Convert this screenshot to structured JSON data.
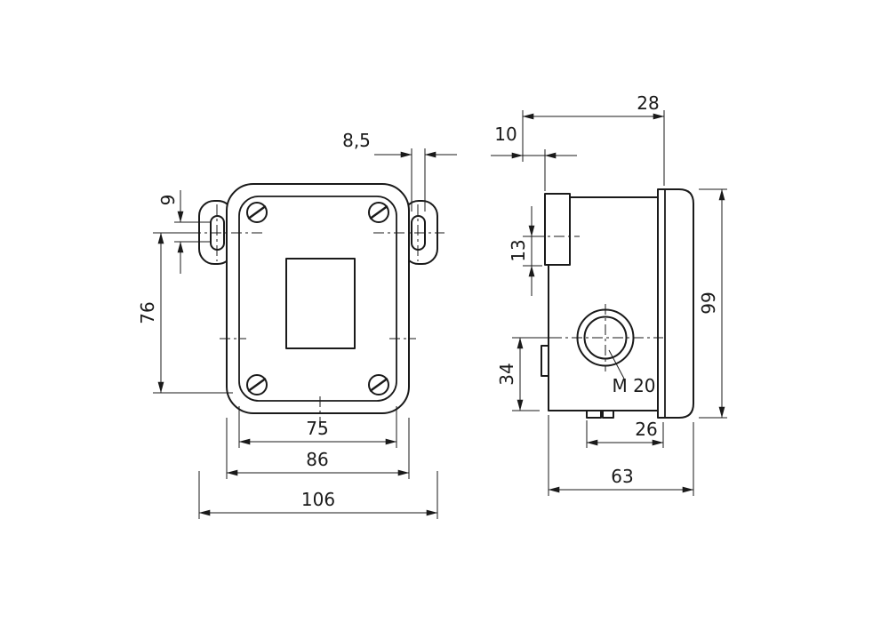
{
  "page": {
    "background_color": "#ffffff",
    "line_color": "#1a1a1a",
    "kind": "technical-dimension-drawing"
  },
  "drawing": {
    "views": {
      "front": "front-view-of-enclosure-with-mounting-ears",
      "side": "side-view-of-enclosure-with-cover-and-cable-gland"
    },
    "dims": {
      "slot_width": "8,5",
      "slot_height": "9",
      "mount_vertical": "76",
      "lid_width": "75",
      "body_width": "86",
      "overall_width": "106",
      "depth_top": "28",
      "ear_depth": "10",
      "ear_height": "13",
      "gland_axis_height": "34",
      "gland_thread": "M 20",
      "cover_depth": "26",
      "overall_depth": "63",
      "overall_height": "99"
    }
  }
}
